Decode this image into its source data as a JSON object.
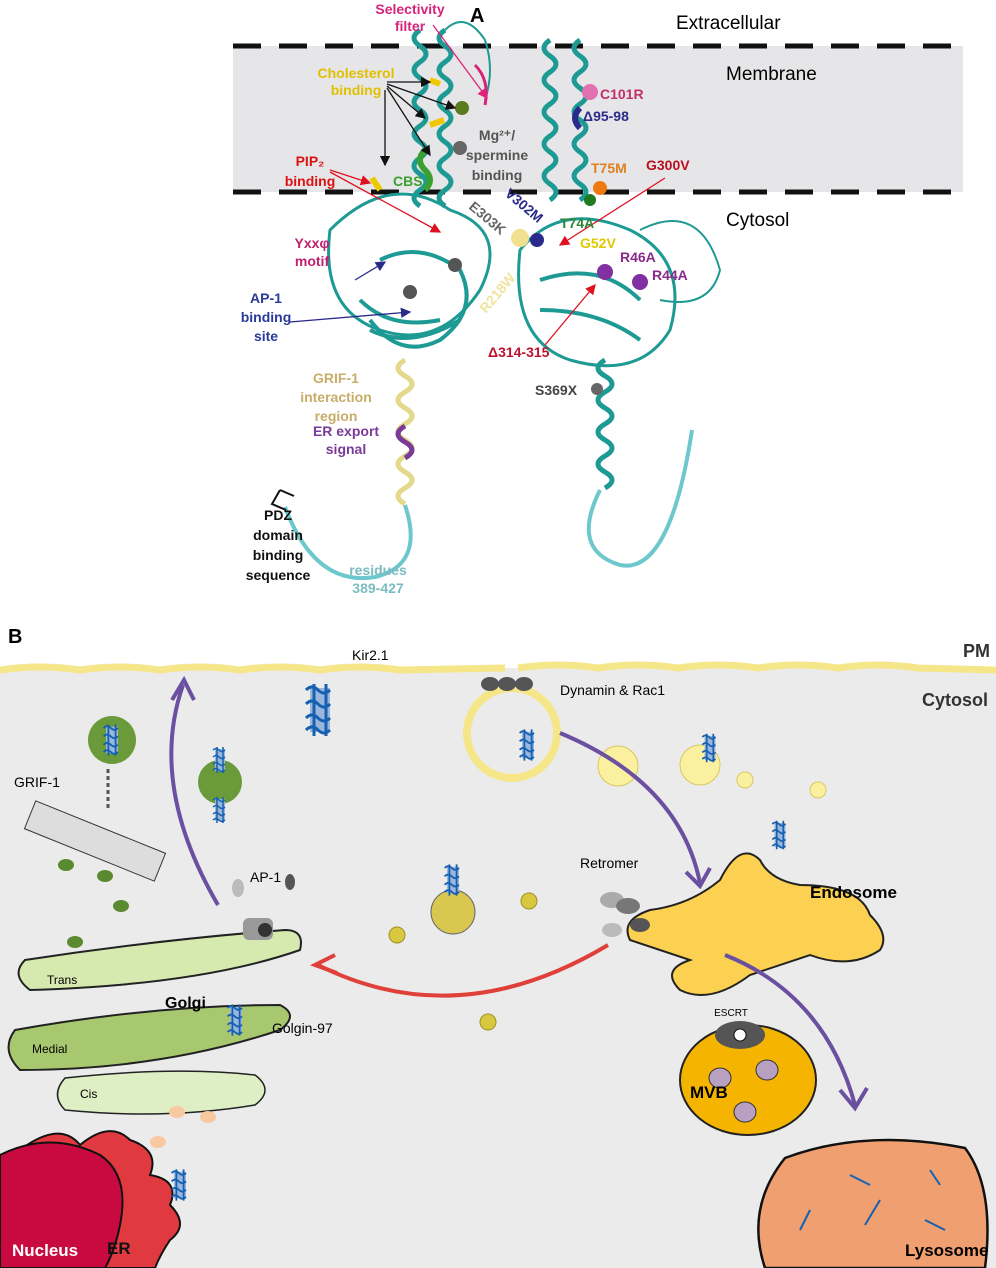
{
  "panel_a": {
    "label": "A",
    "regions": {
      "extracellular": "Extracellular",
      "membrane": "Membrane",
      "cytosol": "Cytosol"
    },
    "annotations": {
      "selectivity_filter": [
        "Selectivity",
        "filter"
      ],
      "cholesterol_binding": [
        "Cholesterol",
        "binding"
      ],
      "mg_spermine": [
        "Mg²⁺/",
        "spermine",
        "binding"
      ],
      "pip2_binding": [
        "PIP₂",
        "binding"
      ],
      "cbs": "CBS",
      "yxx_motif": [
        "Yxxφ",
        "motif"
      ],
      "ap1_binding": [
        "AP-1",
        "binding",
        "site"
      ],
      "grif1_region": [
        "GRIF-1",
        "interaction",
        "region"
      ],
      "er_export": [
        "ER export",
        "signal"
      ],
      "pdz": [
        "PDZ",
        "domain",
        "binding",
        "sequence"
      ],
      "residues": [
        "residues",
        "389-427"
      ]
    },
    "mutations": {
      "c101r": "C101R",
      "d95_98": "Δ95-98",
      "t75m": "T75M",
      "g300v": "G300V",
      "t74a": "T74A",
      "v302m": "V302M",
      "e303k": "E303K",
      "g52v": "G52V",
      "r46a": "R46A",
      "r44a": "R44A",
      "r218w": "R218W",
      "d314_315": "Δ314-315",
      "s369x": "S369X"
    }
  },
  "panel_b": {
    "label": "B",
    "pm": "PM",
    "cytosol": "Cytosol",
    "kir": "Kir2.1",
    "dynamin": "Dynamin & Rac1",
    "grif1": "GRIF-1",
    "ap1": "AP-1",
    "retromer": "Retromer",
    "endosome": "Endosome",
    "trans": "Trans",
    "golgi": "Golgi",
    "golgin": "Golgin-97",
    "medial": "Medial",
    "cis": "Cis",
    "escrt": "ESCRT",
    "mvb": "MVB",
    "nucleus": "Nucleus",
    "er": "ER",
    "lysosome": "Lysosome"
  },
  "colors": {
    "teal": "#1e9a94",
    "membrane": "#e6e6e8",
    "cell": "#ebebeb",
    "purple_arrow": "#6b4fa0",
    "red_arrow": "#e0403a"
  }
}
